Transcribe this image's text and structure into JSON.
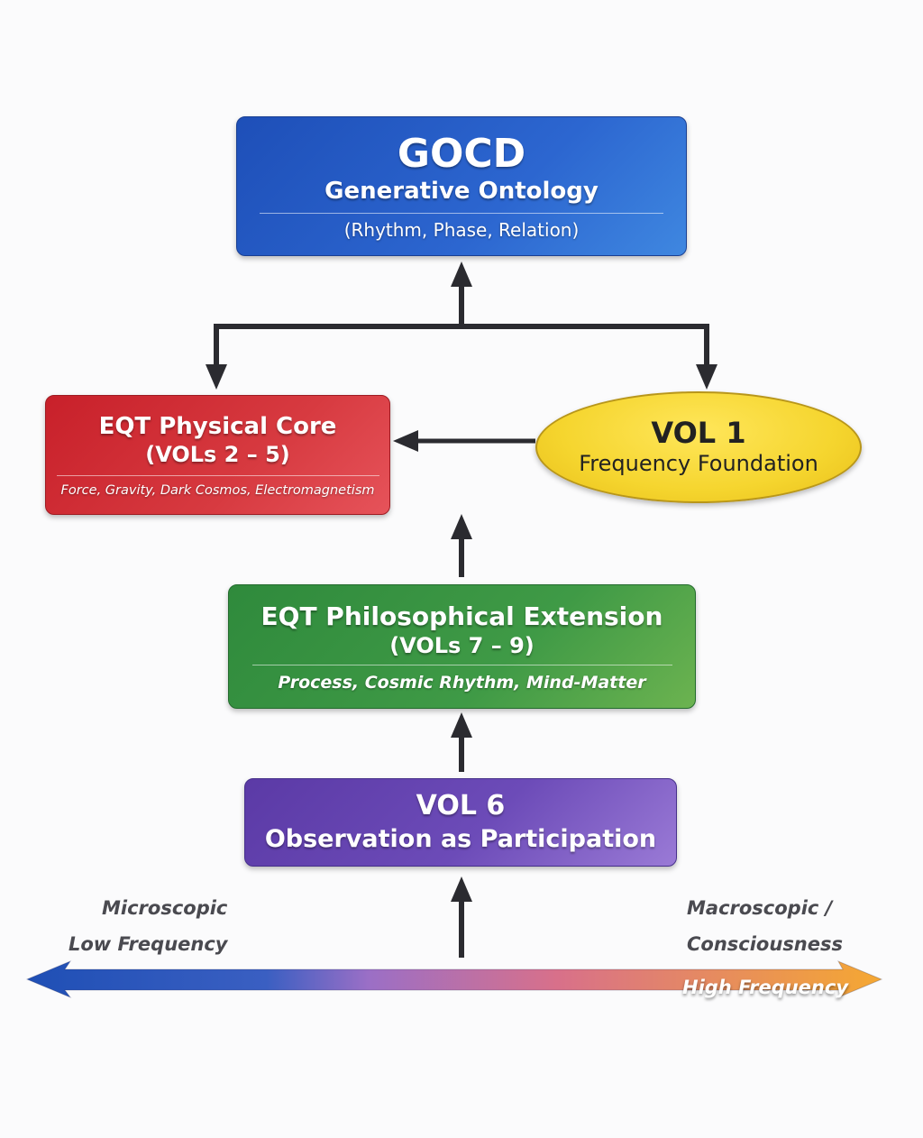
{
  "nodes": {
    "gocd": {
      "title": "GOCD",
      "subtitle": "Generative Ontology",
      "detail": "(Rhythm, Phase, Relation)",
      "color": "#2c66d0"
    },
    "physical_core": {
      "title": "EQT Physical Core",
      "subtitle": "(VOLs 2 – 5)",
      "detail": "Force, Gravity, Dark Cosmos, Electromagnetism",
      "color": "#d73a40"
    },
    "vol1": {
      "title": "VOL 1",
      "subtitle": "Frequency Foundation",
      "color": "#f5d52e"
    },
    "philosophical_extension": {
      "title": "EQT Philosophical Extension",
      "subtitle": "(VOLs 7 – 9)",
      "detail": "Process, Cosmic Rhythm, Mind-Matter",
      "color": "#3f9a46"
    },
    "vol6": {
      "title": "VOL 6",
      "subtitle": "Observation as Participation",
      "color": "#6c4bb8"
    }
  },
  "edges": [
    {
      "from": "gocd",
      "to": "physical_core",
      "label": ""
    },
    {
      "from": "gocd",
      "to": "vol1",
      "label": ""
    },
    {
      "from": "branch-junction",
      "to": "gocd",
      "label": ""
    },
    {
      "from": "vol1",
      "to": "physical_core",
      "label": ""
    },
    {
      "from": "philosophical_extension",
      "to": "physical_core",
      "label": ""
    },
    {
      "from": "vol6",
      "to": "philosophical_extension",
      "label": ""
    },
    {
      "from": "spectrum",
      "to": "vol6",
      "label": ""
    }
  ],
  "spectrum": {
    "left_label_1": "Microscopic",
    "left_label_2": "Low Frequency",
    "right_label_1": "Macroscopic /",
    "right_label_2": "Consciousness",
    "right_label_3": "High Frequency",
    "colors": [
      "#1f4fb5",
      "#9b6fc6",
      "#d8708a",
      "#f0a030"
    ]
  }
}
